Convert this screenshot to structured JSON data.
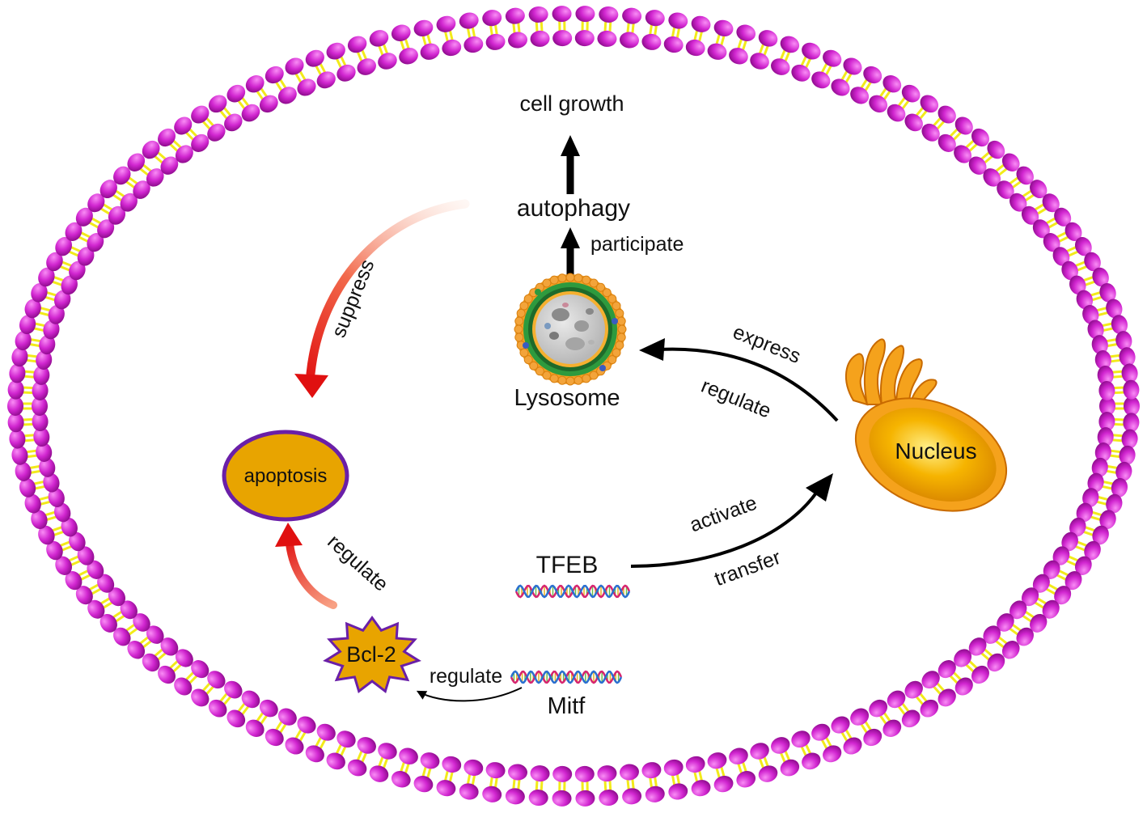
{
  "labels": {
    "cell_growth": "cell growth",
    "autophagy": "autophagy",
    "participate": "participate",
    "lysosome": "Lysosome",
    "express": "express",
    "regulate_nucleus": "regulate",
    "nucleus": "Nucleus",
    "suppress": "suppress",
    "apoptosis": "apoptosis",
    "regulate_bcl2": "regulate",
    "activate": "activate",
    "transfer": "transfer",
    "tfeb": "TFEB",
    "bcl2": "Bcl-2",
    "regulate_mitf": "regulate",
    "mitf": "Mitf"
  },
  "colors": {
    "membrane_head": "#cc22cc",
    "membrane_tail": "#f2ea1a",
    "nucleus_fill": "#f0a800",
    "apoptosis_fill": "#e8a400",
    "apoptosis_border": "#6a1fa8",
    "inhibit_arrow": "#e82010",
    "lysosome_outer": "#f5a020",
    "lysosome_ring": "#1e7a2e",
    "dna_strand_a": "#d6256f",
    "dna_strand_b": "#2a6fd0"
  }
}
